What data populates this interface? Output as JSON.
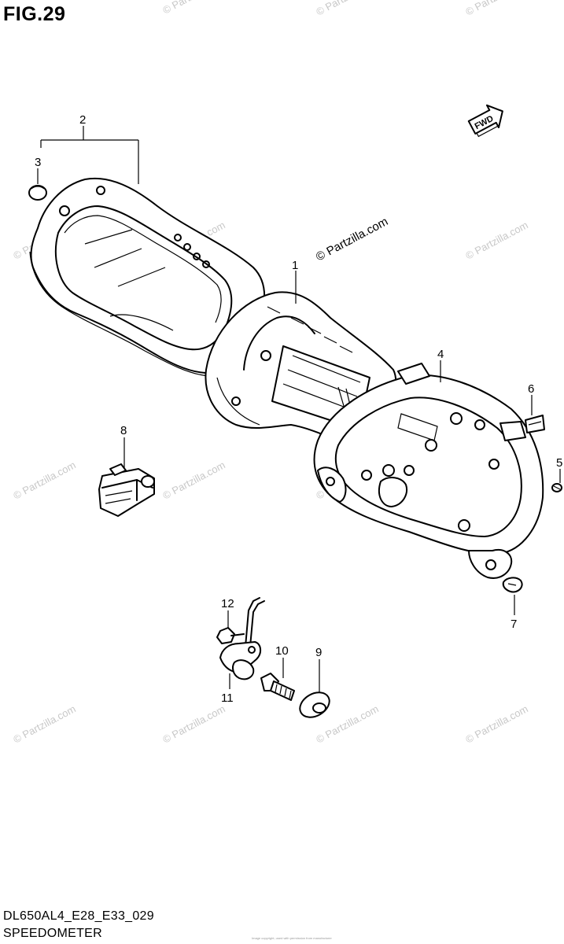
{
  "figure": {
    "title": "FIG.29",
    "model_code": "DL650AL4_E28_E33_029",
    "section_name": "SPEEDOMETER",
    "fwd_label": "FWD",
    "watermark": "© Partzilla.com",
    "footer_note": "Image copyright, used with permission from manufacturer"
  },
  "callouts": [
    {
      "number": "1",
      "part": "meter-case-front"
    },
    {
      "number": "2",
      "part": "speedometer-cover"
    },
    {
      "number": "3",
      "part": "cushion"
    },
    {
      "number": "4",
      "part": "meter-case-rear"
    },
    {
      "number": "5",
      "part": "screw"
    },
    {
      "number": "6",
      "part": "clip"
    },
    {
      "number": "7",
      "part": "screw"
    },
    {
      "number": "8",
      "part": "socket"
    },
    {
      "number": "9",
      "part": "washer"
    },
    {
      "number": "10",
      "part": "bolt"
    },
    {
      "number": "11",
      "part": "bracket"
    },
    {
      "number": "12",
      "part": "bolt"
    }
  ]
}
